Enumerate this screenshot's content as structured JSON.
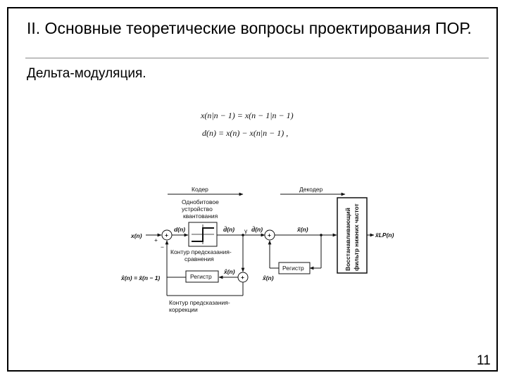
{
  "slide": {
    "title": "II. Основные теоретические вопросы проектирования ПОР.",
    "subtitle": "Дельта-модуляция.",
    "number": "11"
  },
  "formulas": [
    "x(n|n − 1) = x(n − 1|n − 1)",
    "d(n) = x(n) − x(n|n − 1) ,"
  ],
  "diagram": {
    "coder_label": "Кодер",
    "decoder_label": "Декодер",
    "quantizer_label": [
      "Однобитовое",
      "устройство",
      "квантования"
    ],
    "prediction_compare_label": [
      "Контур предсказания-",
      "сравнения"
    ],
    "prediction_correct_label": [
      "Контур предсказания-",
      "коррекции"
    ],
    "register_label": "Регистр",
    "register2_label": "Регистр",
    "filter_label": [
      "Восстанавливающий",
      "фильтр нижних частот"
    ],
    "signals": {
      "x_n": "x(n)",
      "d_n": "d(n)",
      "d_tilde": "d̃(n)",
      "d_tilde2": "d̃(n)",
      "x_tilde": "x̃(n)",
      "x_hat": "x̂(n)",
      "x_hat2": "x̂(n)",
      "x_hat_eq": "x̂(n) = x̃(n − 1)",
      "x_hat_dec": "x̂(n)",
      "x_lp": "x̃LP(n)",
      "plus": "+",
      "minus": "−",
      "gamma": "γ"
    }
  }
}
